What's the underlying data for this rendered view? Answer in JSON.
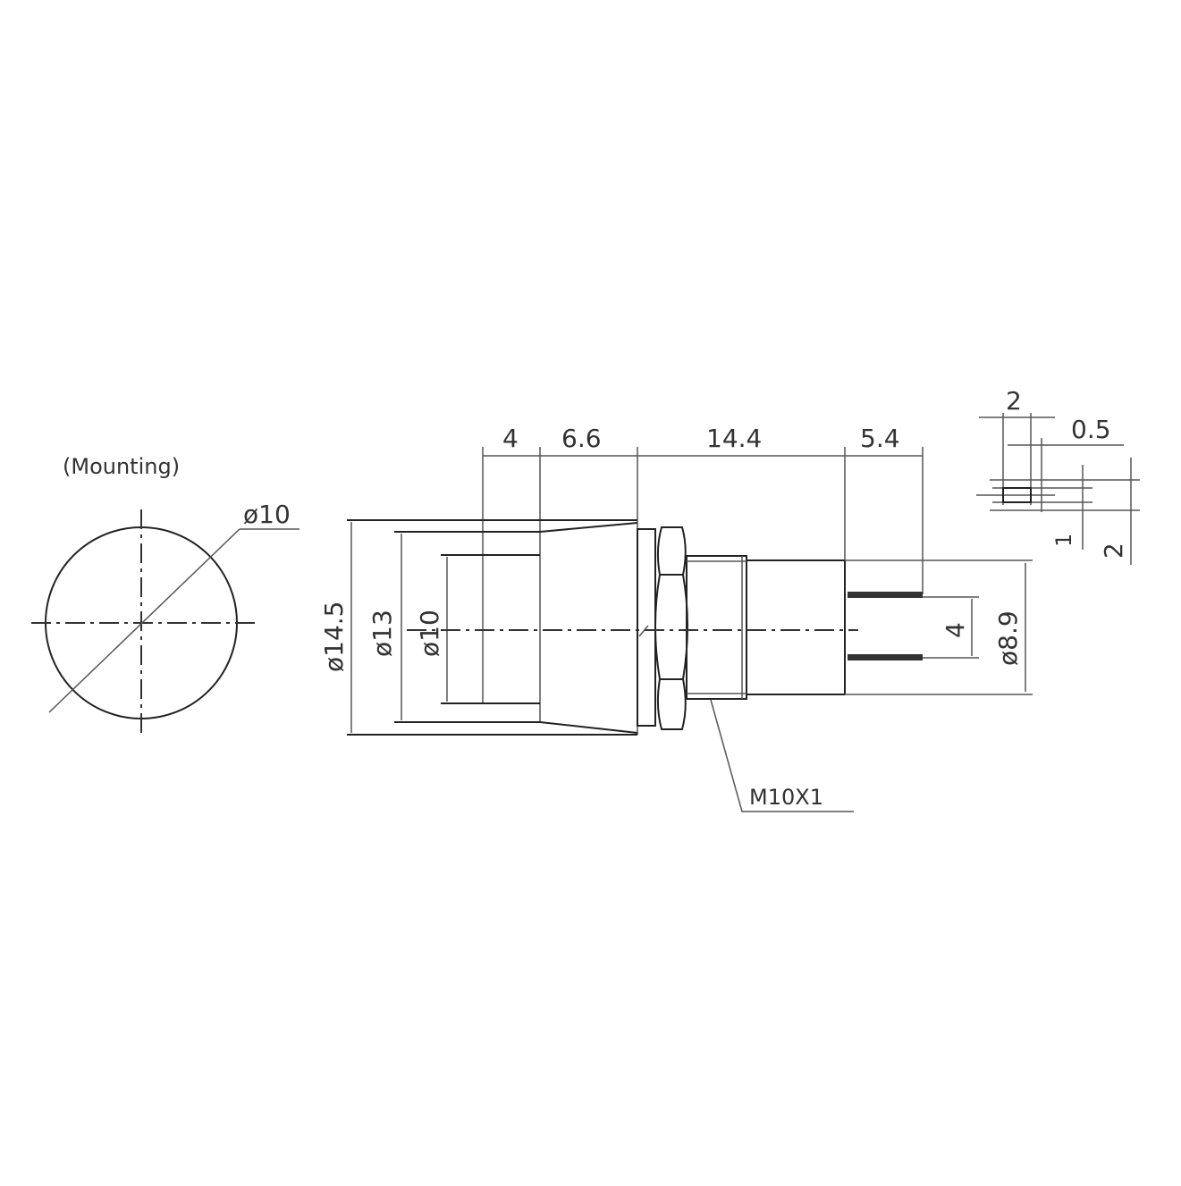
{
  "mounting": {
    "label": "(Mounting)",
    "hole_diameter": "ø10"
  },
  "side_view": {
    "lengths": [
      "4",
      "6.6",
      "14.4",
      "5.4"
    ],
    "diameters": {
      "outer": "ø14.5",
      "body": "ø13",
      "cap": "ø10",
      "rear": "ø8.9"
    },
    "terminal_pitch": "4",
    "thread": "M10X1"
  },
  "terminal_detail": {
    "width": "2",
    "thickness": "0.5",
    "hole": "1",
    "height": "2"
  }
}
